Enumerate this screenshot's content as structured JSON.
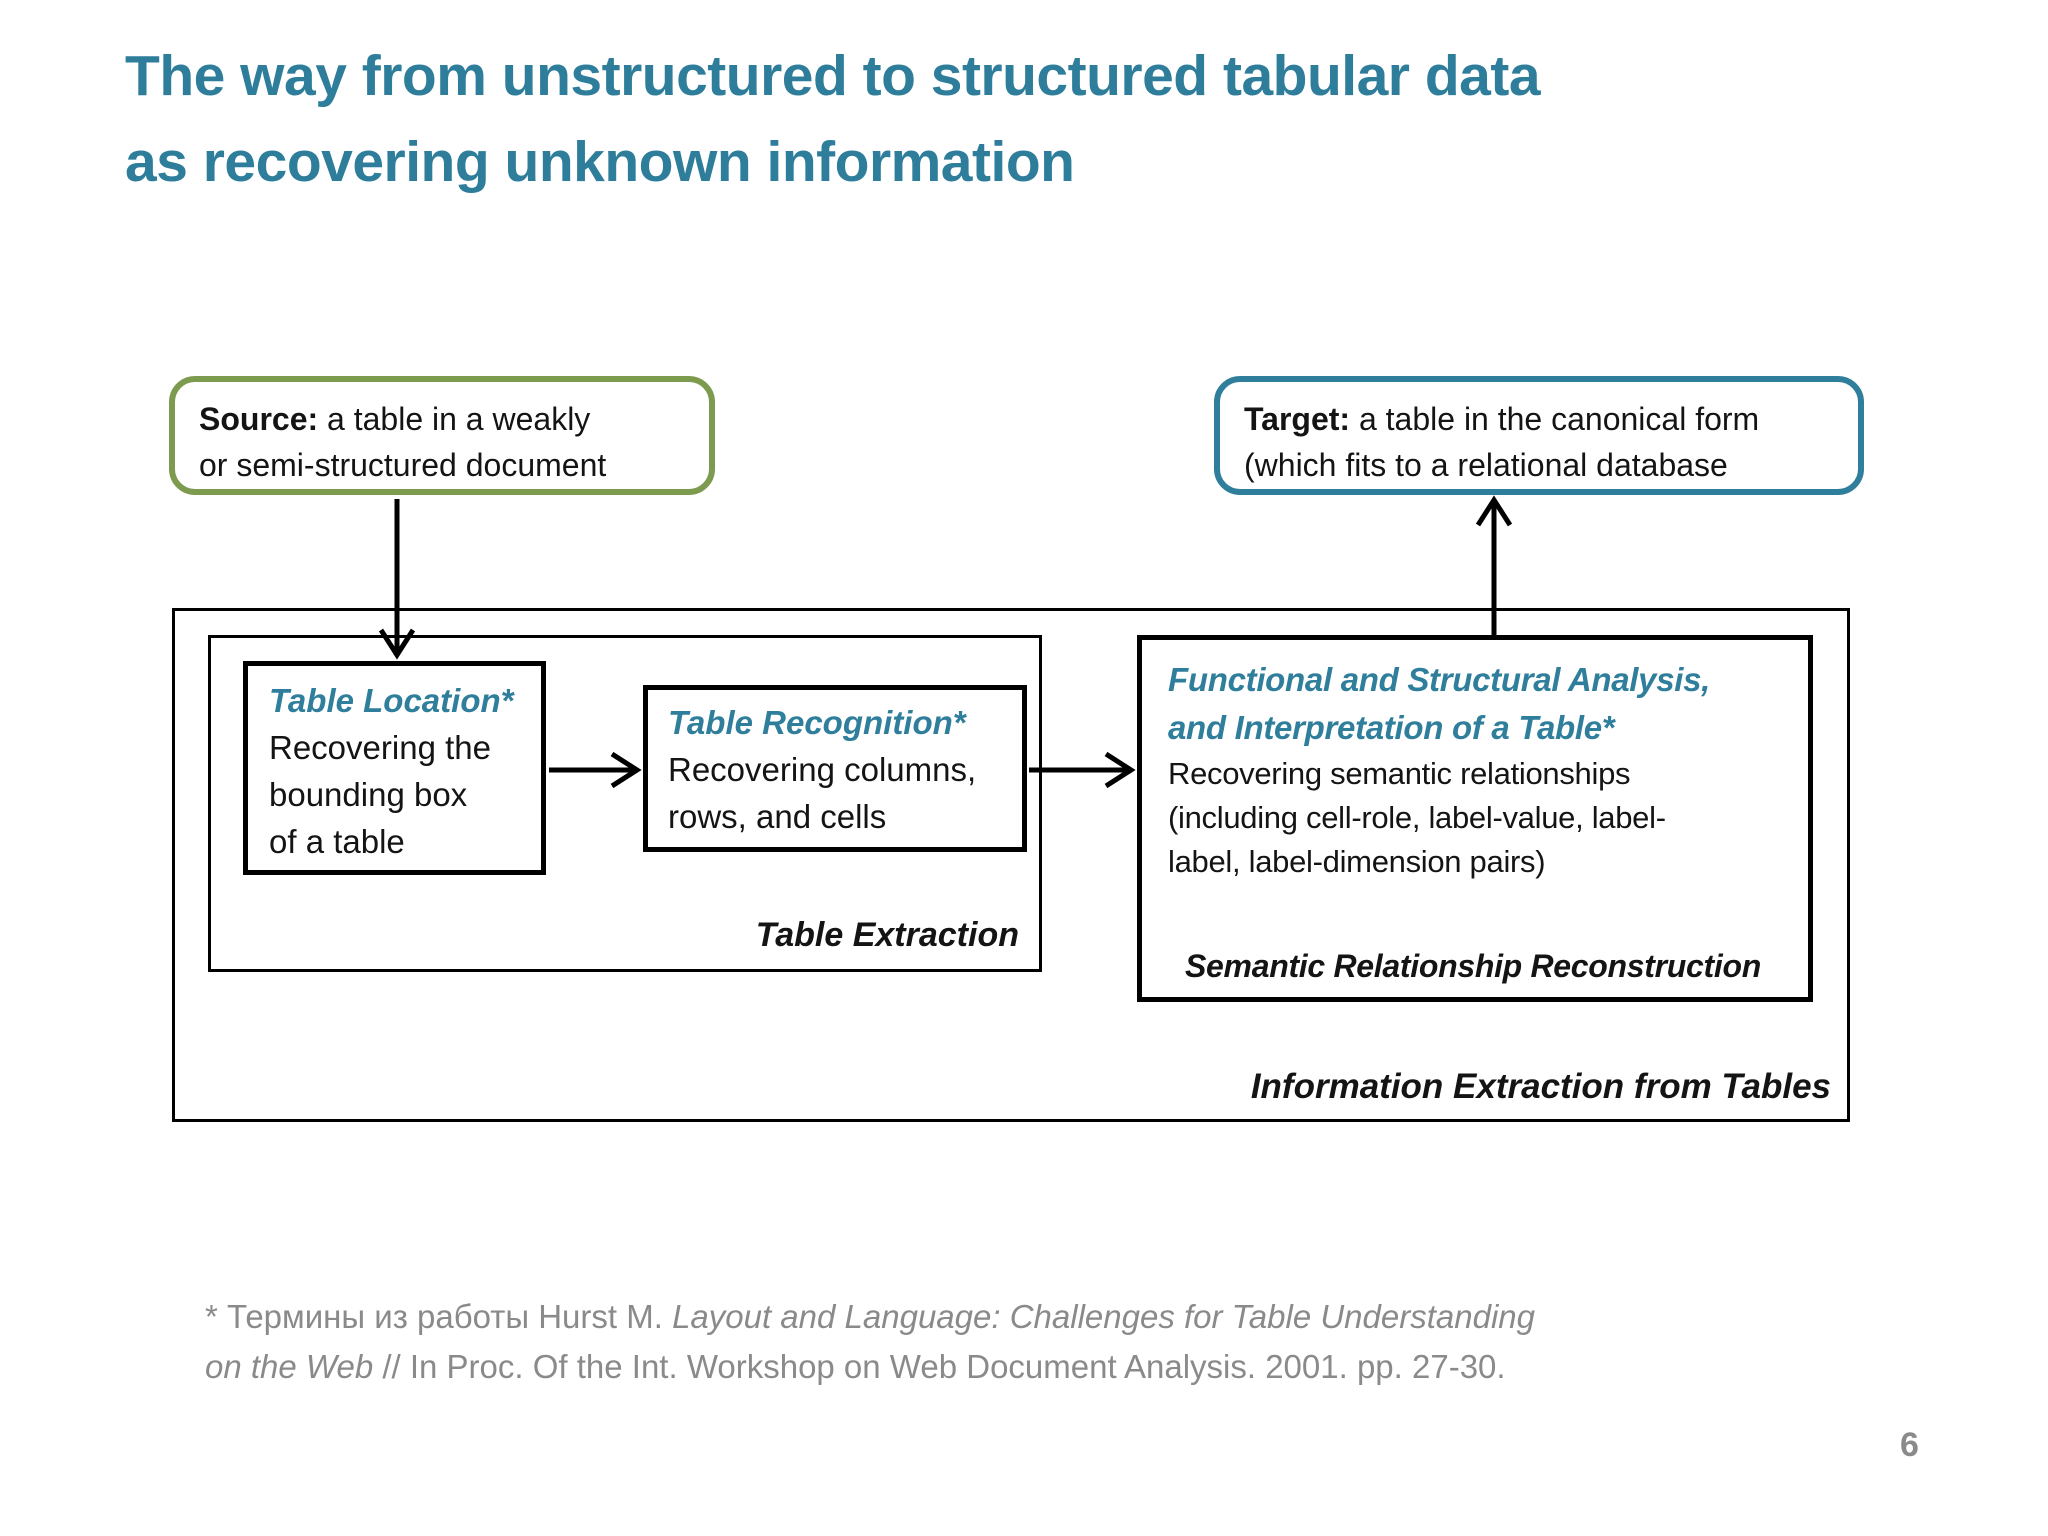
{
  "slide": {
    "title_line1": "The way from unstructured to structured tabular data",
    "title_line2": "as recovering unknown information",
    "page_number": "6"
  },
  "colors": {
    "title_teal": "#2e7d9b",
    "box_heading_teal": "#2f7e9b",
    "source_border_green": "#7c9b4e",
    "target_border_teal": "#2f7e9b",
    "body_text": "#141414",
    "footnote_gray": "#8a8a8a"
  },
  "source_box": {
    "label": "Source:",
    "line1_rest": " a table in a weakly",
    "line2": "or semi-structured document"
  },
  "target_box": {
    "label": "Target:",
    "line1_rest": " a table in the canonical form",
    "line2": "(which fits to a relational database"
  },
  "diagram": {
    "outer_label": "Information Extraction from Tables",
    "table_extraction_label": "Table Extraction",
    "table_location": {
      "title": "Table Location*",
      "body_lines": [
        "Recovering the",
        "bounding box",
        "of a table"
      ]
    },
    "table_recognition": {
      "title": "Table Recognition*",
      "body_lines": [
        "Recovering columns,",
        "rows, and cells"
      ]
    },
    "semantic": {
      "title_lines": [
        "Functional and Structural Analysis,",
        "and Interpretation of a Table*"
      ],
      "body_lines": [
        "Recovering semantic relationships",
        "(including cell-role, label-value, label-",
        "label, label-dimension pairs)"
      ],
      "label": "Semantic Relationship Reconstruction"
    }
  },
  "footnote": {
    "l1_regular": "* Термины из работы Hurst M. ",
    "l1_italic": "Layout and Language: Challenges for Table Understanding",
    "l2_italic": "on the Web",
    "l2_regular": " // In Proc. Of the Int. Workshop on Web Document Analysis. 2001. pp. 27-30."
  }
}
